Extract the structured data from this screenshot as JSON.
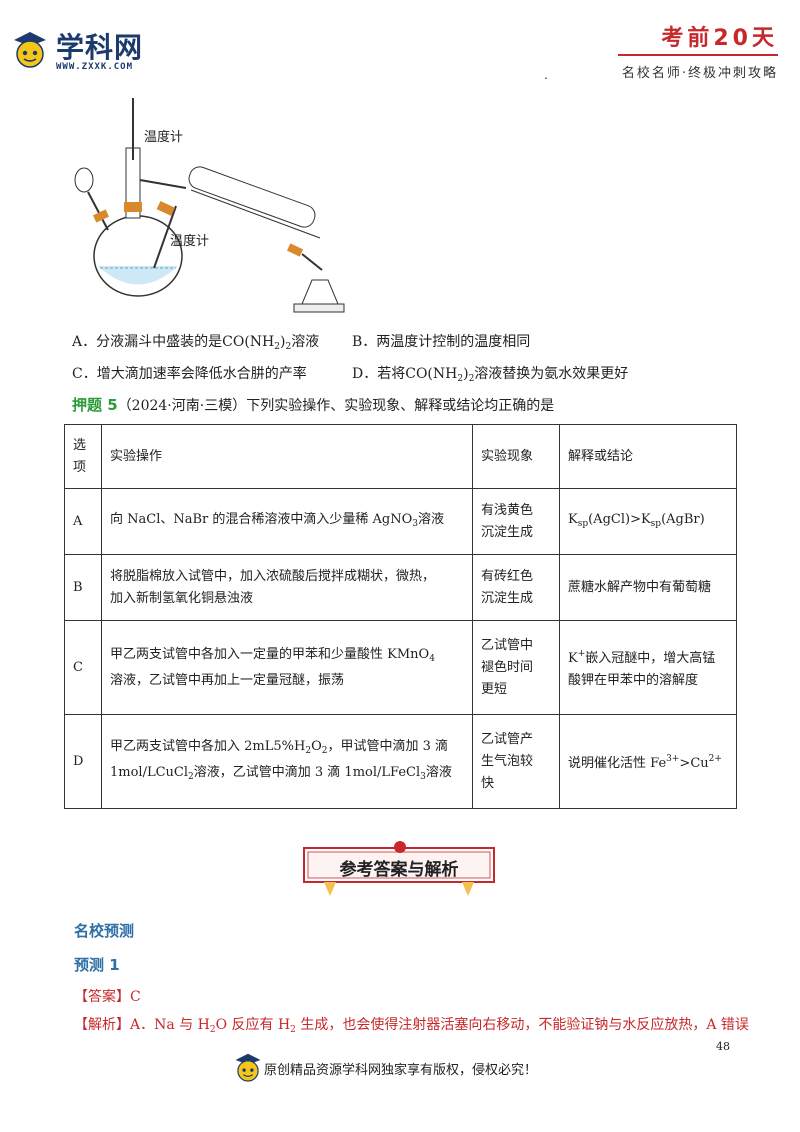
{
  "header": {
    "logo_name": "学科网",
    "logo_url": "WWW.ZXXK.COM",
    "badge_title": "考前20天",
    "badge_subtitle": "名校名师·终极冲刺攻略",
    "dot": "."
  },
  "apparatus": {
    "thermometer_label_1": "温度计",
    "thermometer_label_2": "温度计"
  },
  "options": {
    "A_pre": "A．分液漏斗中盛装的是",
    "A_formula": "CO(NH",
    "A_sub": "2",
    "A_formula_end": ")",
    "A_sub2": "2",
    "A_post": "溶液",
    "B": "B．两温度计控制的温度相同",
    "C": "C．增大滴加速率会降低水合肼的产率",
    "D_pre": "D．若将",
    "D_formula": "CO(NH",
    "D_sub": "2",
    "D_formula_end": ")",
    "D_sub2": "2",
    "D_post": "溶液替换为氨水效果更好"
  },
  "question5": {
    "tag": "押题 5",
    "text": "（2024·河南·三模）下列实验操作、实验现象、解释或结论均正确的是"
  },
  "table": {
    "headers": [
      "选\n项",
      "实验操作",
      "实验现象",
      "解释或结论"
    ],
    "rows": [
      {
        "option": "A",
        "op_a": "向 NaCl、NaBr 的混合稀溶液中滴入少量稀 AgNO",
        "op_sub": "3",
        "op_b": "溶液",
        "phen": "有浅黄色\n沉淀生成",
        "concl_a": "K",
        "concl_sub1": "sp",
        "concl_b": "(AgCl)>K",
        "concl_sub2": "sp",
        "concl_c": "(AgBr)"
      },
      {
        "option": "B",
        "op_line1": "将脱脂棉放入试管中，加入浓硫酸后搅拌成糊状，微热，",
        "op_line2": "加入新制氢氧化铜悬浊液",
        "phen": "有砖红色\n沉淀生成",
        "concl": "蔗糖水解产物中有葡萄糖"
      },
      {
        "option": "C",
        "op_line1_a": "甲乙两支试管中各加入一定量的甲苯和少量酸性 KMnO",
        "op_line1_sub": "4",
        "op_line2": "溶液，乙试管中再加上一定量冠醚，振荡",
        "phen": "乙试管中\n褪色时间\n更短",
        "concl_sup_base": "K",
        "concl_sup": "+",
        "concl_line1": "嵌入冠醚中，增大高锰",
        "concl_line2": "酸钾在甲苯中的溶解度"
      },
      {
        "option": "D",
        "op_line1_a": "甲乙两支试管中各加入 2mL5%H",
        "op_line1_sub1": "2",
        "op_line1_b": "O",
        "op_line1_sub2": "2",
        "op_line1_c": "，甲试管中滴加 3 滴",
        "op_line2_a": "1mol/LCuCl",
        "op_line2_sub1": "2",
        "op_line2_b": "溶液，乙试管中滴加 3 滴 1mol/LFeCl",
        "op_line2_sub2": "3",
        "op_line2_c": "溶液",
        "phen": "乙试管产\n生气泡较\n快",
        "concl_a": "说明催化活性 Fe",
        "concl_sup1": "3+",
        "concl_b": ">Cu",
        "concl_sup2": "2+"
      }
    ]
  },
  "answer_section": {
    "banner": "参考答案与解析",
    "heading": "名校预测",
    "sub_heading": "预测 1",
    "answer_label": "【答案】C",
    "analysis_a": "【解析】A．Na 与 H",
    "analysis_sub1": "2",
    "analysis_b": "O 反应有 H",
    "analysis_sub2": "2",
    "analysis_c": " 生成，也会使得注射器活塞向右移动，不能验证钠与水反应放热，A 错误"
  },
  "footer": {
    "page_number": "48",
    "notice": "原创精品资源学科网独家享有版权，侵权必究！"
  },
  "colors": {
    "brand": "#1d3a6e",
    "accent_red": "#c6282b",
    "green": "#2a9d3a",
    "blue": "#2d6fa6"
  }
}
